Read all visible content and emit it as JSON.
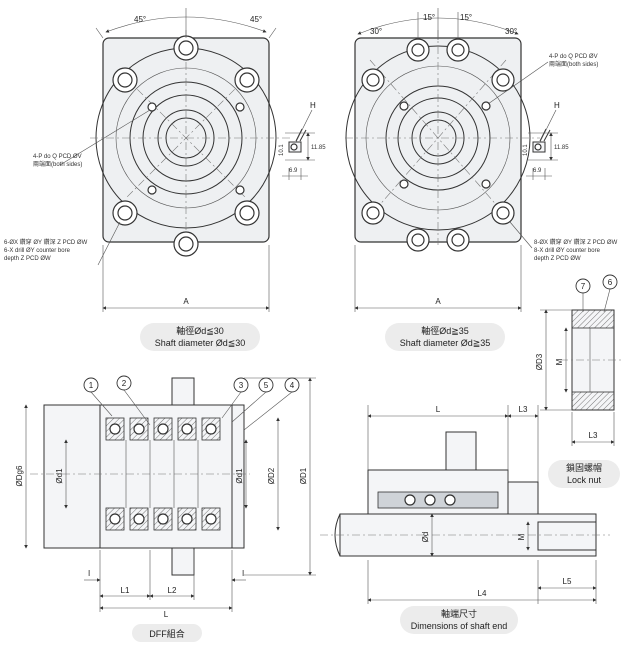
{
  "top_left": {
    "angle_left": "45°",
    "angle_right": "45°",
    "note_tap": [
      "4-P do Q PCD ØV",
      "兩端面(both sides)"
    ],
    "note_holes": [
      "6-ØX 鑽穿 ØY 鑽深 Z PCD ØW",
      "6-X drill ØY counter bore",
      "depth Z PCD ØW"
    ],
    "dim_a": "A",
    "dim_h": "H",
    "dim_101": "10.1",
    "dim_1185": "11.85",
    "dim_69": "6.9",
    "caption_cn": "軸徑Ød≦30",
    "caption_en": "Shaft diameter Ød≦30"
  },
  "top_right": {
    "angle_30l": "30°",
    "angle_15l": "15°",
    "angle_15r": "15°",
    "angle_30r": "30°",
    "note_tap": [
      "4-P do Q PCD ØV",
      "兩端面(both sides)"
    ],
    "note_holes": [
      "8-ØX 鑽穿 ØY 鑽深 Z PCD ØW",
      "8-X drill ØY counter bore",
      "depth Z PCD ØW"
    ],
    "dim_a": "A",
    "dim_h": "H",
    "dim_101": "10.1",
    "dim_1185": "11.85",
    "dim_69": "6.9",
    "caption_cn": "軸徑Ød≧35",
    "caption_en": "Shaft diameter Ød≧35"
  },
  "locknut": {
    "callout_7": "7",
    "callout_6": "6",
    "dim_d3": "ØD3",
    "dim_m": "M",
    "dim_l3": "L3",
    "caption_cn": "鎖固螺帽",
    "caption_en": "Lock nut"
  },
  "dff": {
    "callouts": [
      "1",
      "2",
      "3",
      "5",
      "4"
    ],
    "dim_dg6": "ØDg6",
    "dim_d1_left": "Ød1",
    "dim_d1_right": "Ød1",
    "dim_d2": "ØD2",
    "dim_d1_big": "ØD1",
    "dim_l1": "L1",
    "dim_l2": "L2",
    "dim_l": "L",
    "dim_i_left": "I",
    "dim_i_right": "I",
    "caption": "DFF組合"
  },
  "shaft_end": {
    "dim_l": "L",
    "dim_l3": "L3",
    "dim_d": "Ød",
    "dim_m": "M",
    "dim_l5": "L5",
    "dim_l4": "L4",
    "caption_cn": "軸端尺寸",
    "caption_en": "Dimensions of shaft end"
  }
}
